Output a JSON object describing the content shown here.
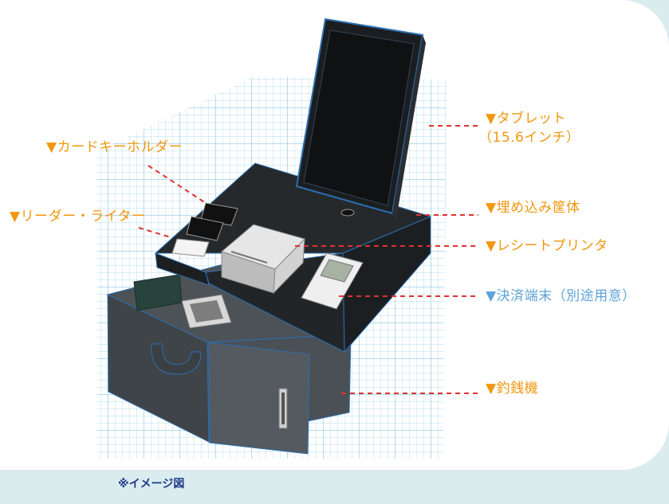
{
  "labels": {
    "tablet_line1": "▼タブレット",
    "tablet_line2": "（15.6インチ）",
    "card_key_holder": "▼カードキーホルダー",
    "reader_writer": "▼リーダー・ライター",
    "embedded_housing": "▼埋め込み筐体",
    "receipt_printer": "▼レシートプリンタ",
    "payment_terminal": "▼決済端末（別途用意）",
    "change_machine": "▼釣銭機"
  },
  "caption": "※イメージ図",
  "colors": {
    "label_orange": "#f2970f",
    "label_blue": "#5fa3d8",
    "leader_line": "#e0312f",
    "caption": "#1d3a8a",
    "background": "#dbecee",
    "grid": "#6db9db"
  }
}
